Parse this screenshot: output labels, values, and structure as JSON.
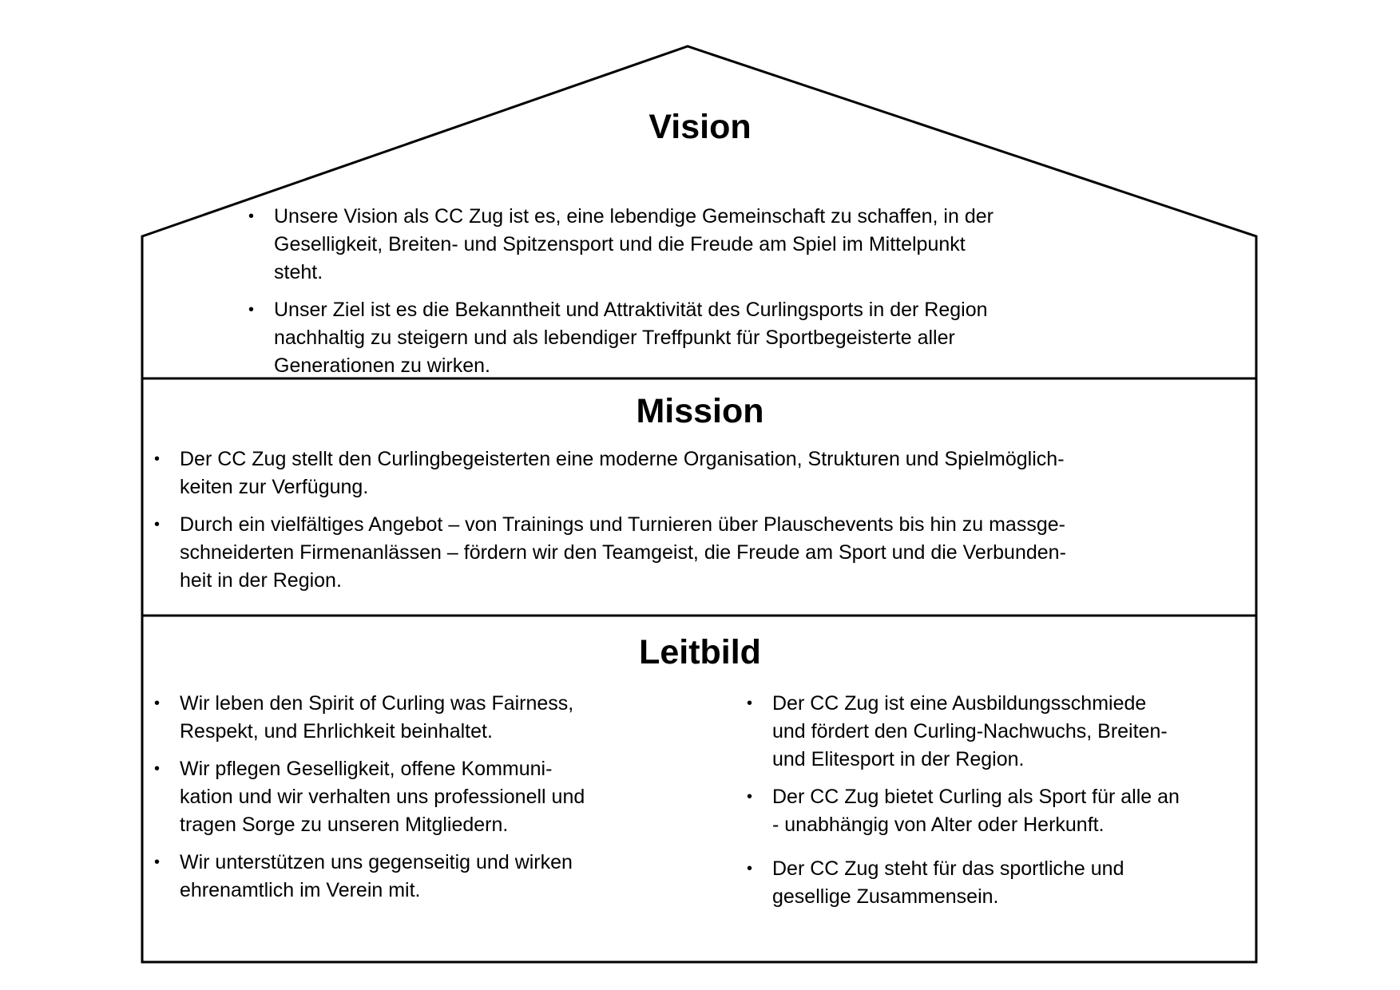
{
  "vision": {
    "title": "Vision",
    "bullets": [
      {
        "lines": [
          "Unsere Vision als CC Zug ist es, eine lebendige Gemeinschaft zu schaffen, in der",
          "Geselligkeit, Breiten- und Spitzensport und die Freude am Spiel im Mittelpunkt",
          "steht."
        ]
      },
      {
        "lines": [
          "Unser Ziel ist es die Bekanntheit und Attraktivität des Curlingsports in der Region",
          "nachhaltig zu steigern und als lebendiger Treffpunkt für Sportbegeisterte aller",
          "Generationen zu wirken."
        ]
      }
    ]
  },
  "mission": {
    "title": "Mission",
    "bullets": [
      {
        "lines": [
          "Der CC Zug stellt den Curlingbegeisterten eine moderne Organisation,  Strukturen und Spielmöglich-",
          "keiten zur Verfügung."
        ]
      },
      {
        "lines": [
          "Durch ein vielfältiges Angebot – von Trainings und Turnieren über Plauschevents bis hin zu massge-",
          "schneiderten Firmenanlässen – fördern wir den Teamgeist, die Freude am Sport und die Verbunden-",
          "heit in der Region."
        ]
      }
    ]
  },
  "leitbild": {
    "title": "Leitbild",
    "left": [
      {
        "lines": [
          "Wir leben den Spirit of Curling was Fairness,",
          "Respekt, und Ehrlichkeit beinhaltet."
        ]
      },
      {
        "lines": [
          "Wir pflegen Geselligkeit, offene Kommuni-",
          "kation und wir verhalten uns professionell und",
          "tragen Sorge zu unseren Mitgliedern."
        ]
      },
      {
        "lines": [
          "Wir unterstützen uns gegenseitig und wirken",
          "ehrenamtlich im Verein mit."
        ]
      }
    ],
    "right": [
      {
        "lines": [
          "Der CC Zug ist eine Ausbildungsschmiede",
          "und fördert den Curling-Nachwuchs, Breiten-",
          "und Elitesport in der Region."
        ]
      },
      {
        "lines": [
          "Der CC Zug bietet Curling als Sport für alle an",
          "- unabhängig von Alter oder Herkunft."
        ]
      },
      {
        "lines": [
          "Der CC Zug steht für das sportliche und",
          "gesellige Zusammensein."
        ]
      }
    ]
  }
}
